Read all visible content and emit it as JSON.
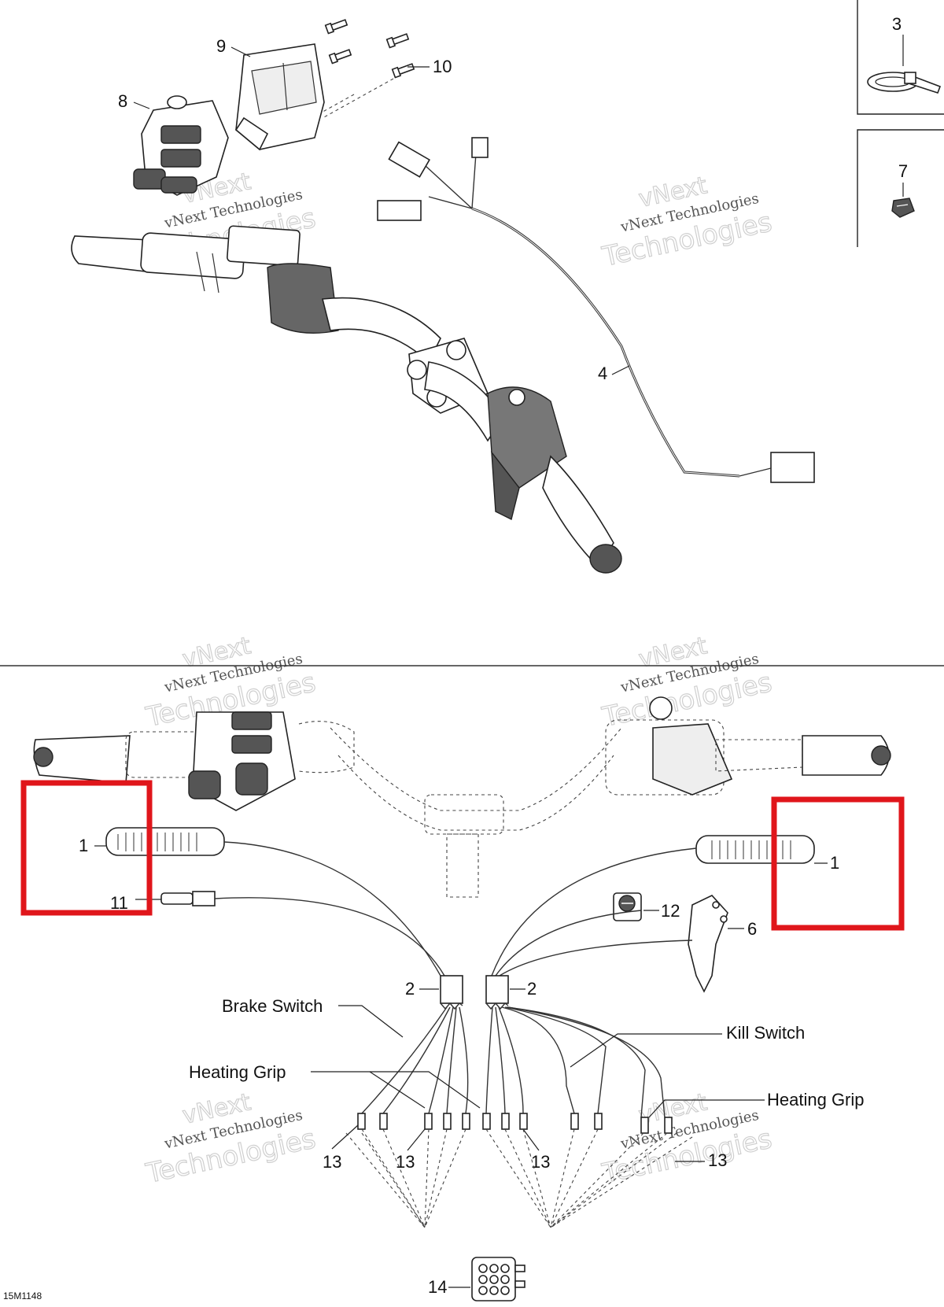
{
  "diagram_code": "15M1148",
  "watermark": {
    "line1": "vNext",
    "line2": "vNext Technologies",
    "line3": "Technologies"
  },
  "callouts": {
    "c1_left": "1",
    "c1_right": "1",
    "c2_left": "2",
    "c2_right": "2",
    "c3": "3",
    "c4": "4",
    "c6": "6",
    "c7": "7",
    "c8": "8",
    "c9": "9",
    "c10": "10",
    "c11": "11",
    "c12": "12",
    "c13_a": "13",
    "c13_b": "13",
    "c13_c": "13",
    "c13_d": "13",
    "c14": "14"
  },
  "labels": {
    "brake_switch": "Brake Switch",
    "heating_grip_left": "Heating Grip",
    "kill_switch": "Kill Switch",
    "heating_grip_right": "Heating Grip"
  },
  "highlight_color": "#e0161b"
}
